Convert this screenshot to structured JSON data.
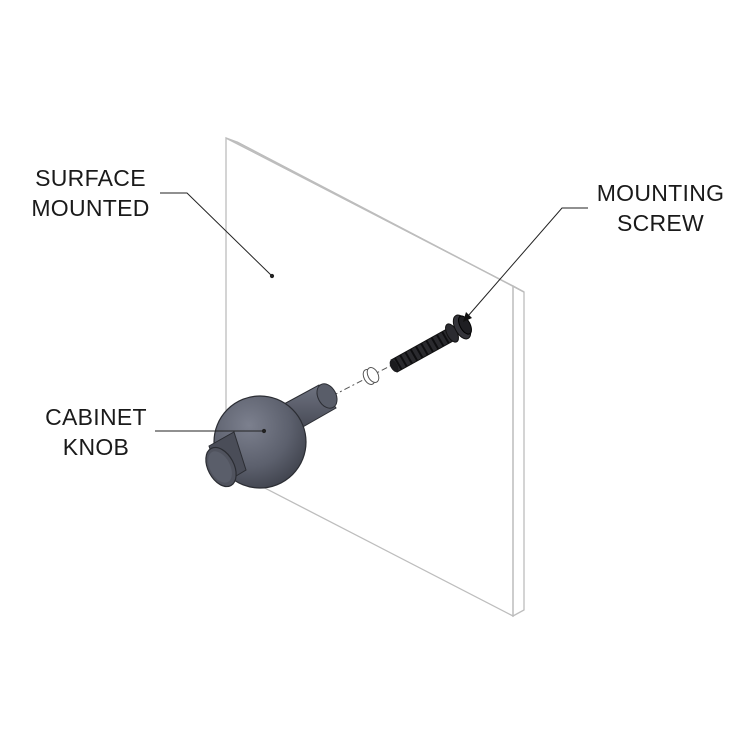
{
  "labels": {
    "surface": {
      "line1": "SURFACE",
      "line2": "MOUNTED"
    },
    "screw": {
      "line1": "MOUNTING",
      "line2": "SCREW"
    },
    "knob": {
      "line1": "CABINET",
      "line2": "KNOB"
    }
  },
  "colors": {
    "panel_edge": "#bdbdbd",
    "leader": "#222222",
    "knob": "#5e6270",
    "knob_dark": "#3b3e48",
    "screw": "#1e1e22"
  }
}
